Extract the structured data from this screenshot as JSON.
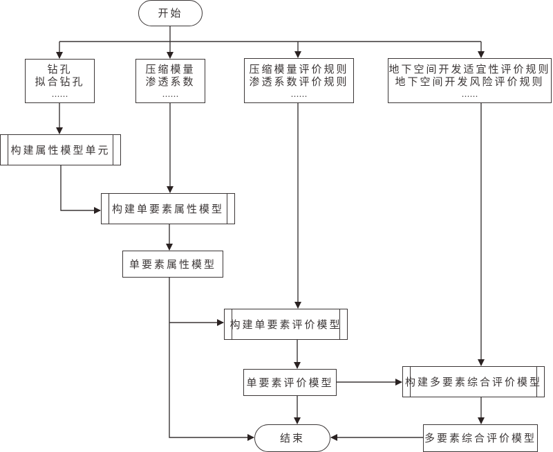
{
  "diagram": {
    "start": "开始",
    "end": "结束",
    "inputs": {
      "borehole": {
        "lines": [
          "钻孔",
          "拟合钻孔"
        ],
        "more": "……"
      },
      "parameters": {
        "lines": [
          "压缩模量",
          "渗透系数"
        ],
        "more": "……"
      },
      "single_rules": {
        "lines": [
          "压缩模量评价规则",
          "渗透系数评价规则"
        ],
        "more": "……"
      },
      "multi_rules": {
        "lines": [
          "地下空间开发适宜性评价规则",
          "地下空间开发风险评价规则"
        ],
        "more": "……"
      }
    },
    "process_build_unit": "构建属性模型单元",
    "process_build_single_attr": "构建单要素属性模型",
    "data_single_attr": "单要素属性模型",
    "process_build_single_eval": "构建单要素评价模型",
    "data_single_eval": "单要素评价模型",
    "process_build_multi_eval": "构建多要素综合评价模型",
    "data_multi_eval": "多要素综合评价模型"
  }
}
